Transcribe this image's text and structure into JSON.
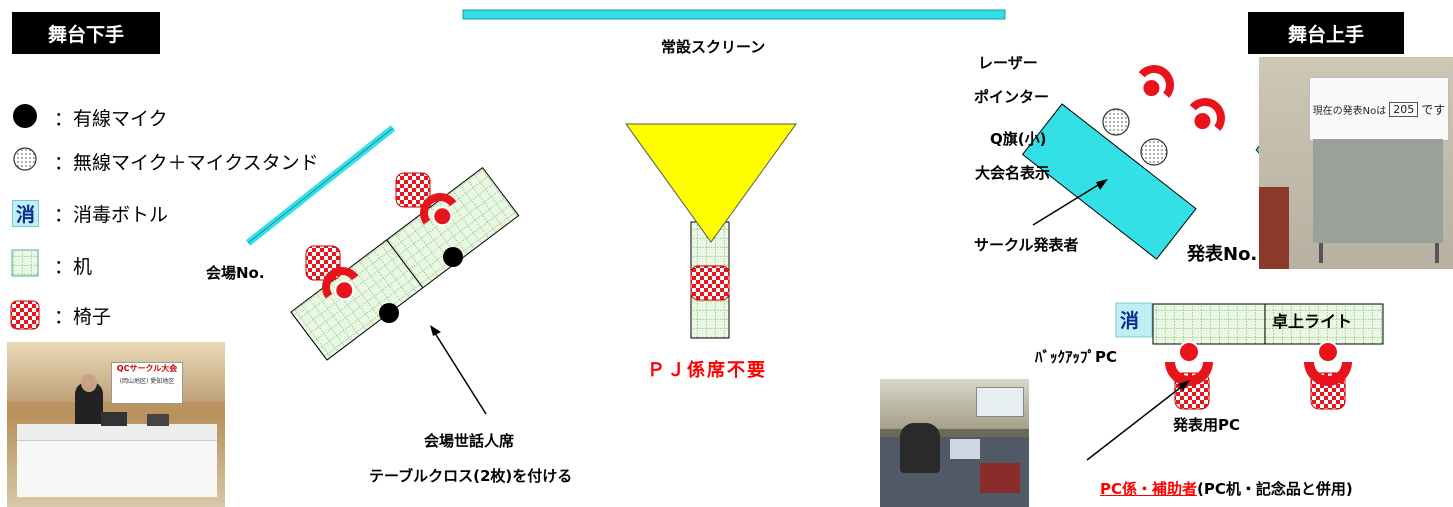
{
  "corners": {
    "left": "舞台下手",
    "right": "舞台上手"
  },
  "legend": [
    {
      "symbol": "wired-mic",
      "text": "：有線マイク"
    },
    {
      "symbol": "wireless-mic",
      "text": "：無線マイク＋マイクスタンド"
    },
    {
      "symbol": "sanitizer",
      "mark": "消",
      "text": "：消毒ボトル"
    },
    {
      "symbol": "desk",
      "text": "：机"
    },
    {
      "symbol": "chair",
      "text": "：椅子"
    }
  ],
  "labels": {
    "screen": "常設スクリーン",
    "venue_no": "会場No.",
    "staff_seat": "会場世話人席",
    "tablecloth": "テーブルクロス(2枚)を付ける",
    "pj": "ＰＪ係席不要",
    "laser1": "レーザー",
    "laser2": "ポインター",
    "flag": "Q旗(小)",
    "event_name": "大会名表示",
    "presenter": "サークル発表者",
    "presentation_no": "発表No.",
    "sanitizer_mark": "消",
    "desk_light": "卓上ライト",
    "backup_pc": "ﾊﾞｯｸｱｯﾌﾟPC",
    "presentation_pc": "発表用PC",
    "pc_staff_red": "PC係・補助者",
    "pc_staff_rest": "(PC机・記念品と併用)"
  },
  "photo_top_right": {
    "text_before": "現在の発表Noは",
    "number": "205",
    "text_after": "です"
  },
  "photo_left": {
    "sign_line1": "QCサークル大会",
    "sign_line2": "(岡山地区) 愛知地区"
  },
  "colors": {
    "screen": "#33e0e6",
    "projection": "#ffff00",
    "chair": "#e8141c",
    "desk": "#eaf7e4",
    "pj_text": "#ff0000",
    "sanitizer_bg": "#bfeff5",
    "sanitizer_text": "#0a2c8c"
  }
}
